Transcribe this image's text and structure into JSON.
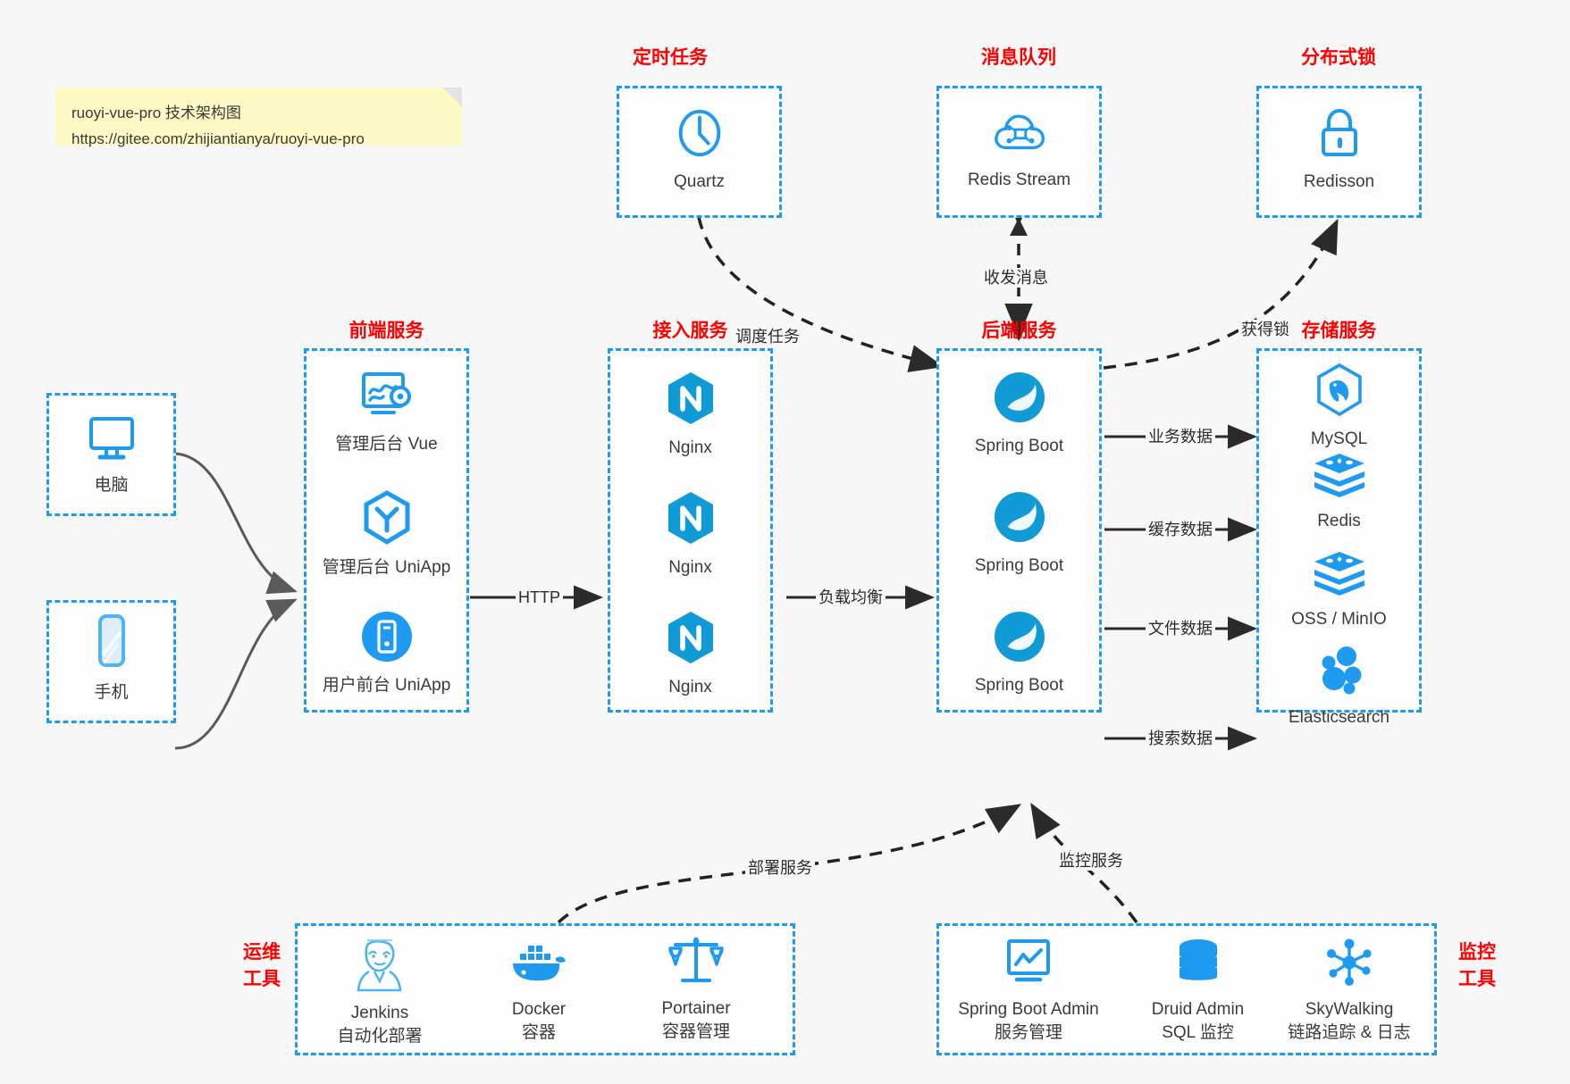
{
  "note": {
    "title": "ruoyi-vue-pro 技术架构图",
    "url": "https://gitee.com/zhijiantianya/ruoyi-vue-pro"
  },
  "colors": {
    "accent": "#1e9bf0",
    "group_title": "#ff0000",
    "background": "#f7f7f7",
    "panel": "#fdfdfd",
    "arrow": "#2b2b2b",
    "curve": "#5a5a5a"
  },
  "groups": {
    "scheduler": {
      "title": "定时任务"
    },
    "mq": {
      "title": "消息队列"
    },
    "lock": {
      "title": "分布式锁"
    },
    "frontend": {
      "title": "前端服务"
    },
    "gateway": {
      "title": "接入服务"
    },
    "backend": {
      "title": "后端服务"
    },
    "storage": {
      "title": "存储服务"
    },
    "ops": {
      "title_line1": "运维",
      "title_line2": "工具"
    },
    "monitor": {
      "title_line1": "监控",
      "title_line2": "工具"
    }
  },
  "clients": [
    {
      "label": "电脑",
      "icon": "desktop-icon"
    },
    {
      "label": "手机",
      "icon": "mobile-icon"
    }
  ],
  "scheduler_nodes": [
    {
      "label": "Quartz",
      "icon": "clock-icon"
    }
  ],
  "mq_nodes": [
    {
      "label": "Redis Stream",
      "icon": "cloud-stream-icon"
    }
  ],
  "lock_nodes": [
    {
      "label": "Redisson",
      "icon": "lock-icon"
    }
  ],
  "frontend_nodes": [
    {
      "label": "管理后台 Vue",
      "icon": "dashboard-gear-icon"
    },
    {
      "label": "管理后台 UniApp",
      "icon": "hexagon-y-icon"
    },
    {
      "label": "用户前台 UniApp",
      "icon": "phone-circle-icon"
    }
  ],
  "gateway_nodes": [
    {
      "label": "Nginx",
      "icon": "nginx-icon"
    },
    {
      "label": "Nginx",
      "icon": "nginx-icon"
    },
    {
      "label": "Nginx",
      "icon": "nginx-icon"
    }
  ],
  "backend_nodes": [
    {
      "label": "Spring Boot",
      "icon": "spring-leaf-icon"
    },
    {
      "label": "Spring Boot",
      "icon": "spring-leaf-icon"
    },
    {
      "label": "Spring Boot",
      "icon": "spring-leaf-icon"
    }
  ],
  "storage_nodes": [
    {
      "label": "MySQL",
      "icon": "mysql-dolphin-icon"
    },
    {
      "label": "Redis",
      "icon": "redis-stack-icon"
    },
    {
      "label": "OSS / MinIO",
      "icon": "redis-stack-icon"
    },
    {
      "label": "Elasticsearch",
      "icon": "elasticsearch-icon"
    }
  ],
  "ops_nodes": [
    {
      "label": "Jenkins",
      "sub": "自动化部署",
      "icon": "jenkins-butler-icon"
    },
    {
      "label": "Docker",
      "sub": "容器",
      "icon": "docker-whale-icon"
    },
    {
      "label": "Portainer",
      "sub": "容器管理",
      "icon": "scales-icon"
    }
  ],
  "monitor_nodes": [
    {
      "label": "Spring Boot Admin",
      "sub": "服务管理",
      "icon": "monitor-chart-icon"
    },
    {
      "label": "Druid Admin",
      "sub": "SQL 监控",
      "icon": "database-icon"
    },
    {
      "label": "SkyWalking",
      "sub": "链路追踪 & 日志",
      "icon": "skywalking-icon"
    }
  ],
  "edges": [
    {
      "id": "http",
      "label": "HTTP"
    },
    {
      "id": "lb",
      "label": "负载均衡"
    },
    {
      "id": "schedule",
      "label": "调度任务"
    },
    {
      "id": "message",
      "label": "收发消息"
    },
    {
      "id": "getlock",
      "label": "获得锁"
    },
    {
      "id": "biz",
      "label": "业务数据"
    },
    {
      "id": "cache",
      "label": "缓存数据"
    },
    {
      "id": "file",
      "label": "文件数据"
    },
    {
      "id": "search",
      "label": "搜索数据"
    },
    {
      "id": "deploy",
      "label": "部署服务"
    },
    {
      "id": "monitoring",
      "label": "监控服务"
    }
  ]
}
